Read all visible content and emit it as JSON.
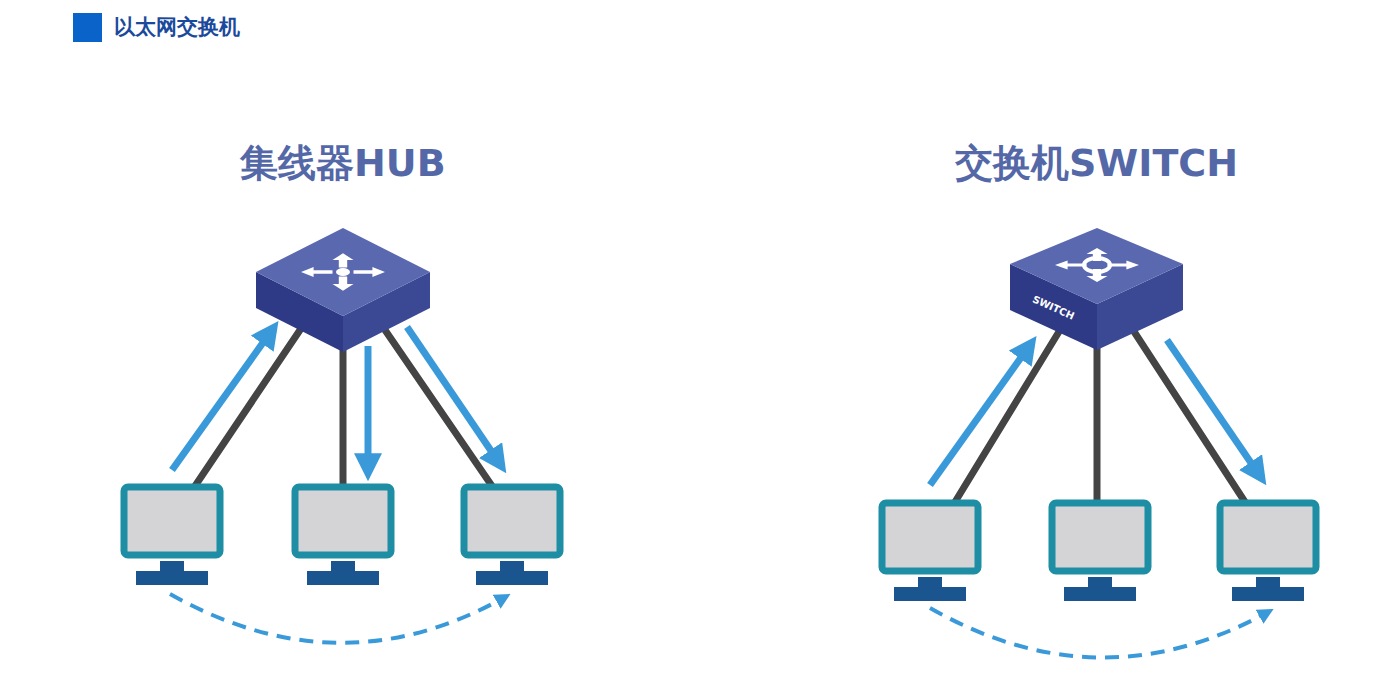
{
  "diagram": {
    "title": "以太网交换机",
    "nodes": [
      {
        "text": [
          "SWITCH"
        ]
      }
    ],
    "labels": [
      "集线器HUB",
      "交换机SWITCH"
    ]
  }
}
